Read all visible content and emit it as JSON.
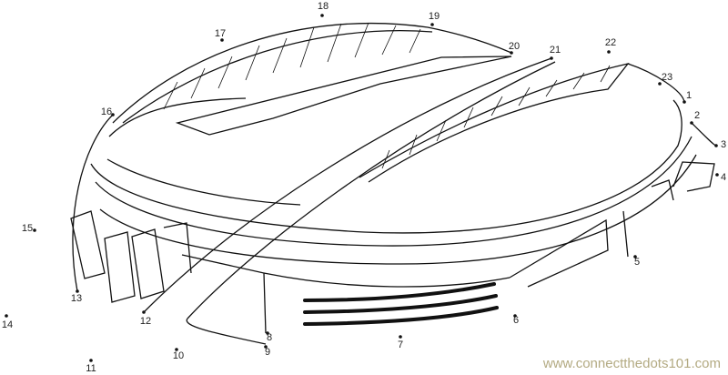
{
  "puzzle": {
    "dots": [
      "1",
      "2",
      "3",
      "4",
      "5",
      "6",
      "7",
      "8",
      "9",
      "10",
      "11",
      "12",
      "13",
      "14",
      "15",
      "16",
      "17",
      "18",
      "19",
      "20",
      "21",
      "22",
      "23"
    ]
  },
  "watermark": "www.connectthedots101.com"
}
